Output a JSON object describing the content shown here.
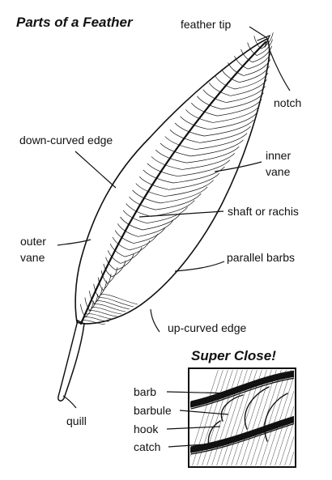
{
  "diagram": {
    "title": "Parts of a Feather",
    "labels": {
      "feather_tip": "feather tip",
      "notch": "notch",
      "down_curved_edge": "down-curved edge",
      "inner_vane_line1": "inner",
      "inner_vane_line2": "vane",
      "shaft": "shaft or rachis",
      "outer_vane_line1": "outer",
      "outer_vane_line2": "vane",
      "parallel_barbs": "parallel barbs",
      "up_curved_edge": "up-curved edge",
      "quill": "quill"
    },
    "inset": {
      "title": "Super Close!",
      "labels": {
        "barb": "barb",
        "barbule": "barbule",
        "hook": "hook",
        "catch": "catch"
      }
    }
  }
}
